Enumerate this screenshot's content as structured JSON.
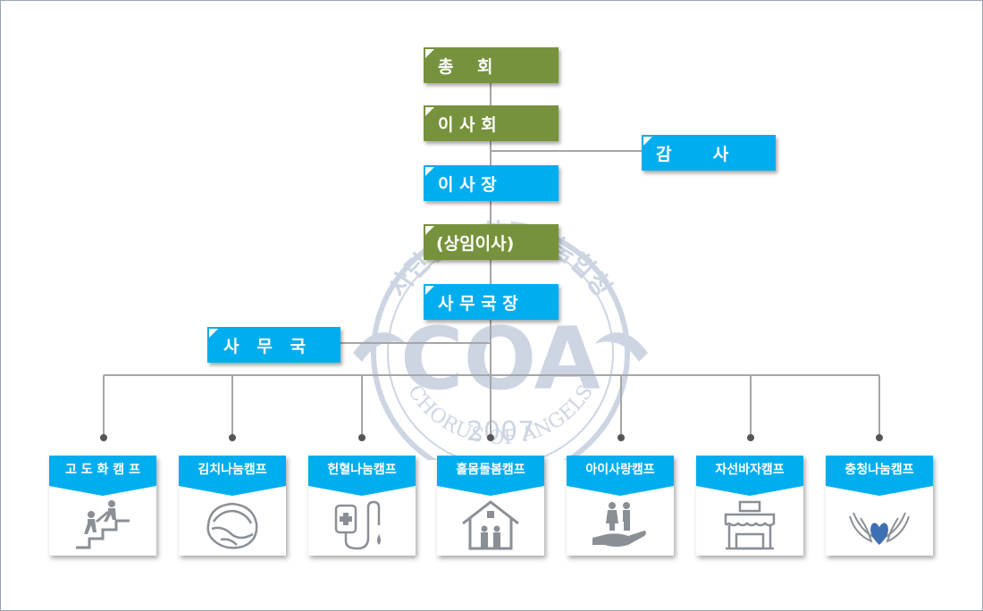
{
  "org": {
    "general_assembly": "총    회",
    "board": "이 사 회",
    "auditor": "감       사",
    "chairman": "이 사 장",
    "standing_director": "(상임이사)",
    "secretary_general": "사 무 국 장",
    "secretariat": "사   무   국"
  },
  "camps": [
    {
      "name": "고 도 화 캠 프",
      "icon": "stairs-helping-icon"
    },
    {
      "name": "김치나눔캠프",
      "icon": "cabbage-icon"
    },
    {
      "name": "헌혈나눔캠프",
      "icon": "blood-bag-icon"
    },
    {
      "name": "홀몸돌봄캠프",
      "icon": "house-elderly-icon"
    },
    {
      "name": "아이사랑캠프",
      "icon": "children-hand-icon"
    },
    {
      "name": "자선바자캠프",
      "icon": "market-stall-icon"
    },
    {
      "name": "충청나눔캠프",
      "icon": "hands-heart-icon"
    }
  ],
  "watermark": {
    "logo_text": "COA",
    "year": "2007",
    "arc_top": "사단법인 한국나눔합창",
    "arc_bottom": "CHORUS OF ANGELS"
  },
  "colors": {
    "green": "#77923c",
    "blue": "#00aeef",
    "line": "#a6a6a6",
    "icon": "#8a8f96"
  }
}
